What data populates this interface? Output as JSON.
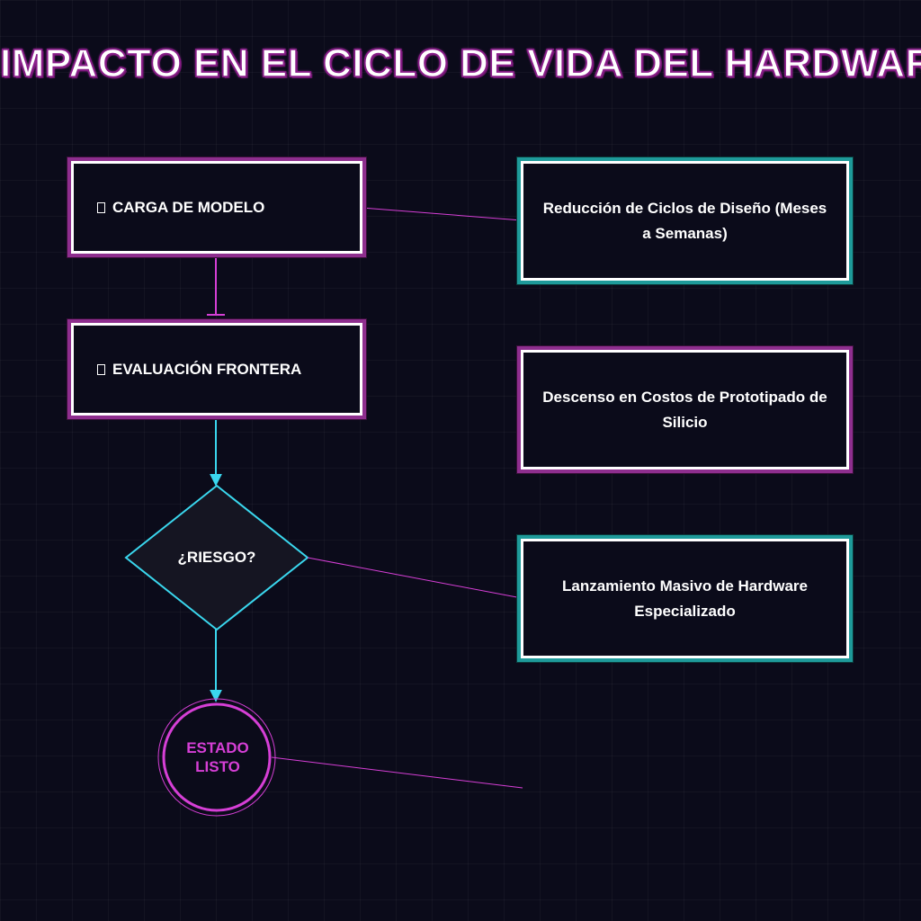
{
  "title": "IMPACTO EN EL CICLO DE VIDA DEL HARDWARE",
  "flow": {
    "steps": [
      {
        "label": "CARGA DE MODELO",
        "icon": "square-glyph-icon"
      },
      {
        "label": "EVALUACIÓN FRONTERA",
        "icon": "square-glyph-icon"
      }
    ],
    "decision": {
      "label": "¿RIESGO?"
    },
    "end": {
      "label": "ESTADO LISTO"
    }
  },
  "impacts": [
    {
      "text": "Reducción de Ciclos de Diseño (Meses a Semanas)"
    },
    {
      "text": "Descenso en Costos de Prototipado de Silicio"
    },
    {
      "text": "Lanzamiento Masivo de Hardware Especializado"
    }
  ],
  "colors": {
    "background": "#0b0b1a",
    "accent_magenta": "#d63fd6",
    "accent_cyan": "#3ad7ee",
    "box_border": "#ffffff"
  }
}
